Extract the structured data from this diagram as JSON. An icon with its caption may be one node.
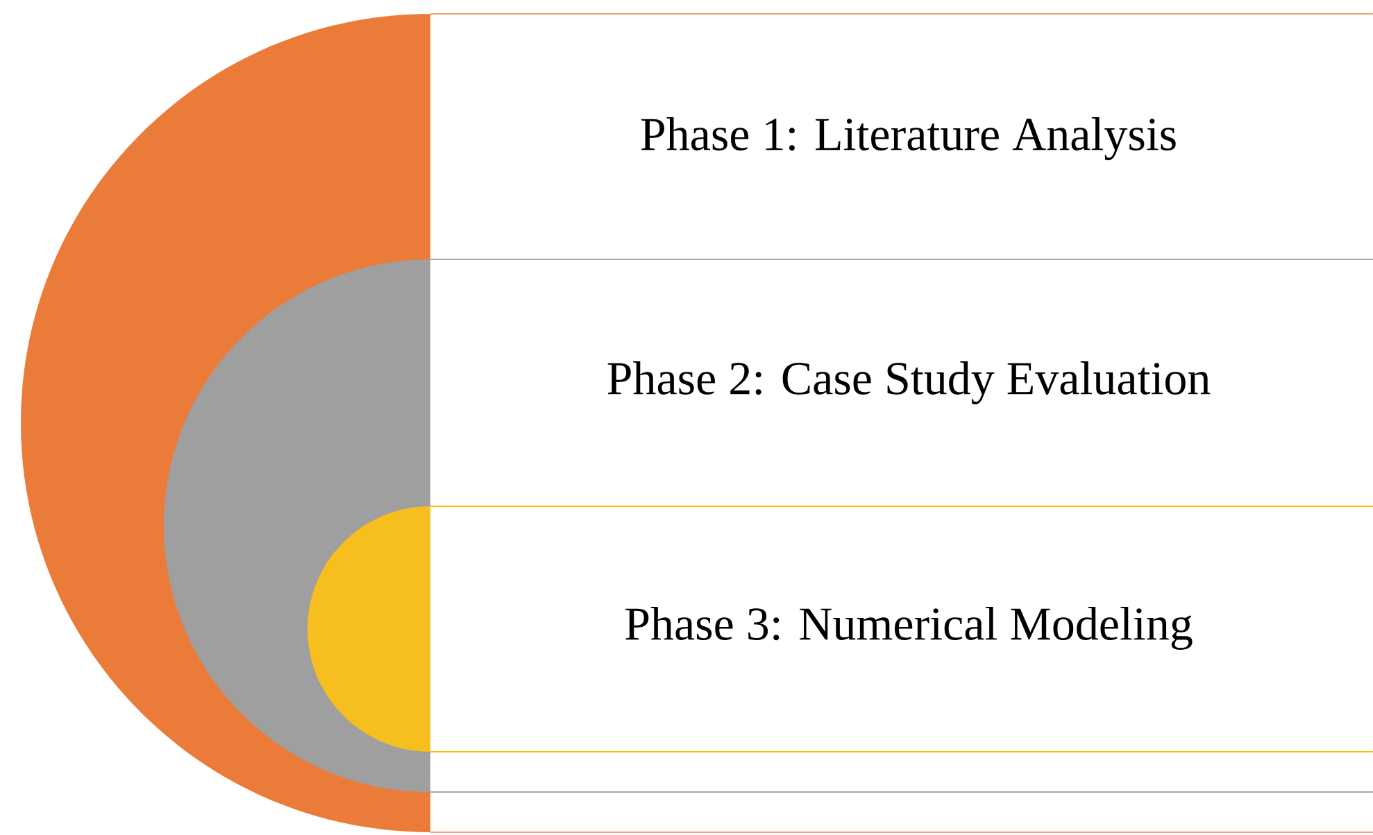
{
  "diagram": {
    "nodes": [
      {
        "text": [
          "Phase 1: Literature Analysis"
        ]
      },
      {
        "text": [
          "Phase 2: Case Study Evaluation"
        ]
      },
      {
        "text": [
          "Phase 3: Numerical Modeling"
        ]
      }
    ]
  }
}
